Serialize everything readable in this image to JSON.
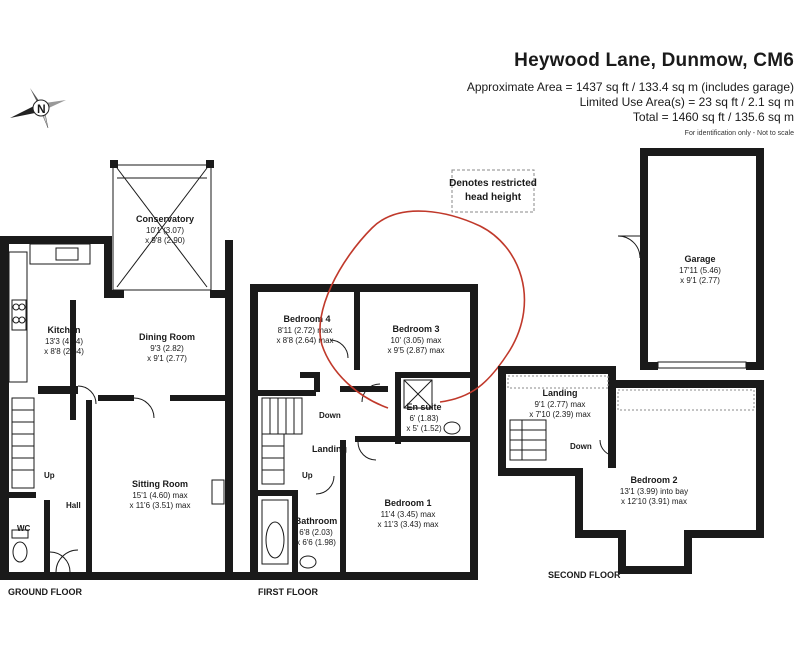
{
  "header": {
    "title": "Heywood Lane, Dunmow, CM6",
    "area_line1": "Approximate Area = 1437 sq ft / 133.4 sq m (includes garage)",
    "area_line2": "Limited Use Area(s) = 23 sq ft / 2.1 sq m",
    "area_line3": "Total = 1460 sq ft / 135.6 sq m",
    "note": "For identification only - Not to scale"
  },
  "compass": {
    "letter": "N"
  },
  "legend": {
    "line1": "Denotes restricted",
    "line2": "head height"
  },
  "floors": {
    "ground": {
      "label": "GROUND FLOOR",
      "rooms": {
        "conservatory": {
          "name": "Conservatory",
          "dim1": "10'1 (3.07)",
          "dim2": "x 9'8 (2.90)"
        },
        "kitchen": {
          "name": "Kitchen",
          "dim1": "13'3 (4.04)",
          "dim2": "x 8'8 (2.64)"
        },
        "dining": {
          "name": "Dining Room",
          "dim1": "9'3 (2.82)",
          "dim2": "x 9'1 (2.77)"
        },
        "sitting": {
          "name": "Sitting Room",
          "dim1": "15'1 (4.60) max",
          "dim2": "x 11'6 (3.51) max"
        },
        "hall": {
          "name": "Hall"
        },
        "wc": {
          "name": "WC"
        },
        "up": {
          "name": "Up"
        }
      }
    },
    "first": {
      "label": "FIRST FLOOR",
      "rooms": {
        "bedroom4": {
          "name": "Bedroom 4",
          "dim1": "8'11 (2.72) max",
          "dim2": "x 8'8 (2.64) max"
        },
        "bedroom3": {
          "name": "Bedroom 3",
          "dim1": "10' (3.05) max",
          "dim2": "x 9'5 (2.87) max"
        },
        "ensuite": {
          "name": "En suite",
          "dim1": "6' (1.83)",
          "dim2": "x 5' (1.52)"
        },
        "landing": {
          "name": "Landing"
        },
        "down": {
          "name": "Down"
        },
        "up": {
          "name": "Up"
        },
        "bathroom": {
          "name": "Bathroom",
          "dim1": "6'8 (2.03)",
          "dim2": "x 6'6 (1.98)"
        },
        "bedroom1": {
          "name": "Bedroom 1",
          "dim1": "11'4 (3.45) max",
          "dim2": "x 11'3 (3.43) max"
        }
      }
    },
    "second": {
      "label": "SECOND FLOOR",
      "rooms": {
        "landing": {
          "name": "Landing",
          "dim1": "9'1 (2.77) max",
          "dim2": "x 7'10 (2.39) max"
        },
        "down": {
          "name": "Down"
        },
        "bedroom2": {
          "name": "Bedroom 2",
          "dim1": "13'1 (3.99) into bay",
          "dim2": "x 12'10 (3.91) max"
        }
      }
    },
    "garage": {
      "name": "Garage",
      "dim1": "17'11 (5.46)",
      "dim2": "x 9'1 (2.77)"
    }
  },
  "colors": {
    "wall": "#1a1a1a",
    "annotation": "#c0392b",
    "background": "#ffffff"
  }
}
